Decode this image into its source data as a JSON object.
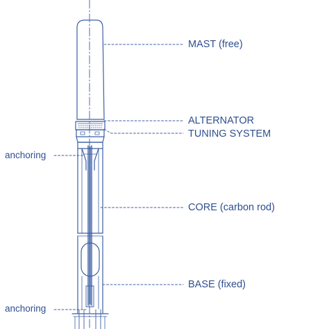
{
  "labels": {
    "mast": "MAST (free)",
    "alternator": "ALTERNATOR",
    "tuning_system": "TUNING SYSTEM",
    "core": "CORE (carbon rod)",
    "base": "BASE (fixed)",
    "anchoring_upper": "anchoring",
    "anchoring_lower": "anchoring"
  },
  "colors": {
    "line": "#3c5fa6",
    "text": "#2f4f8f"
  }
}
